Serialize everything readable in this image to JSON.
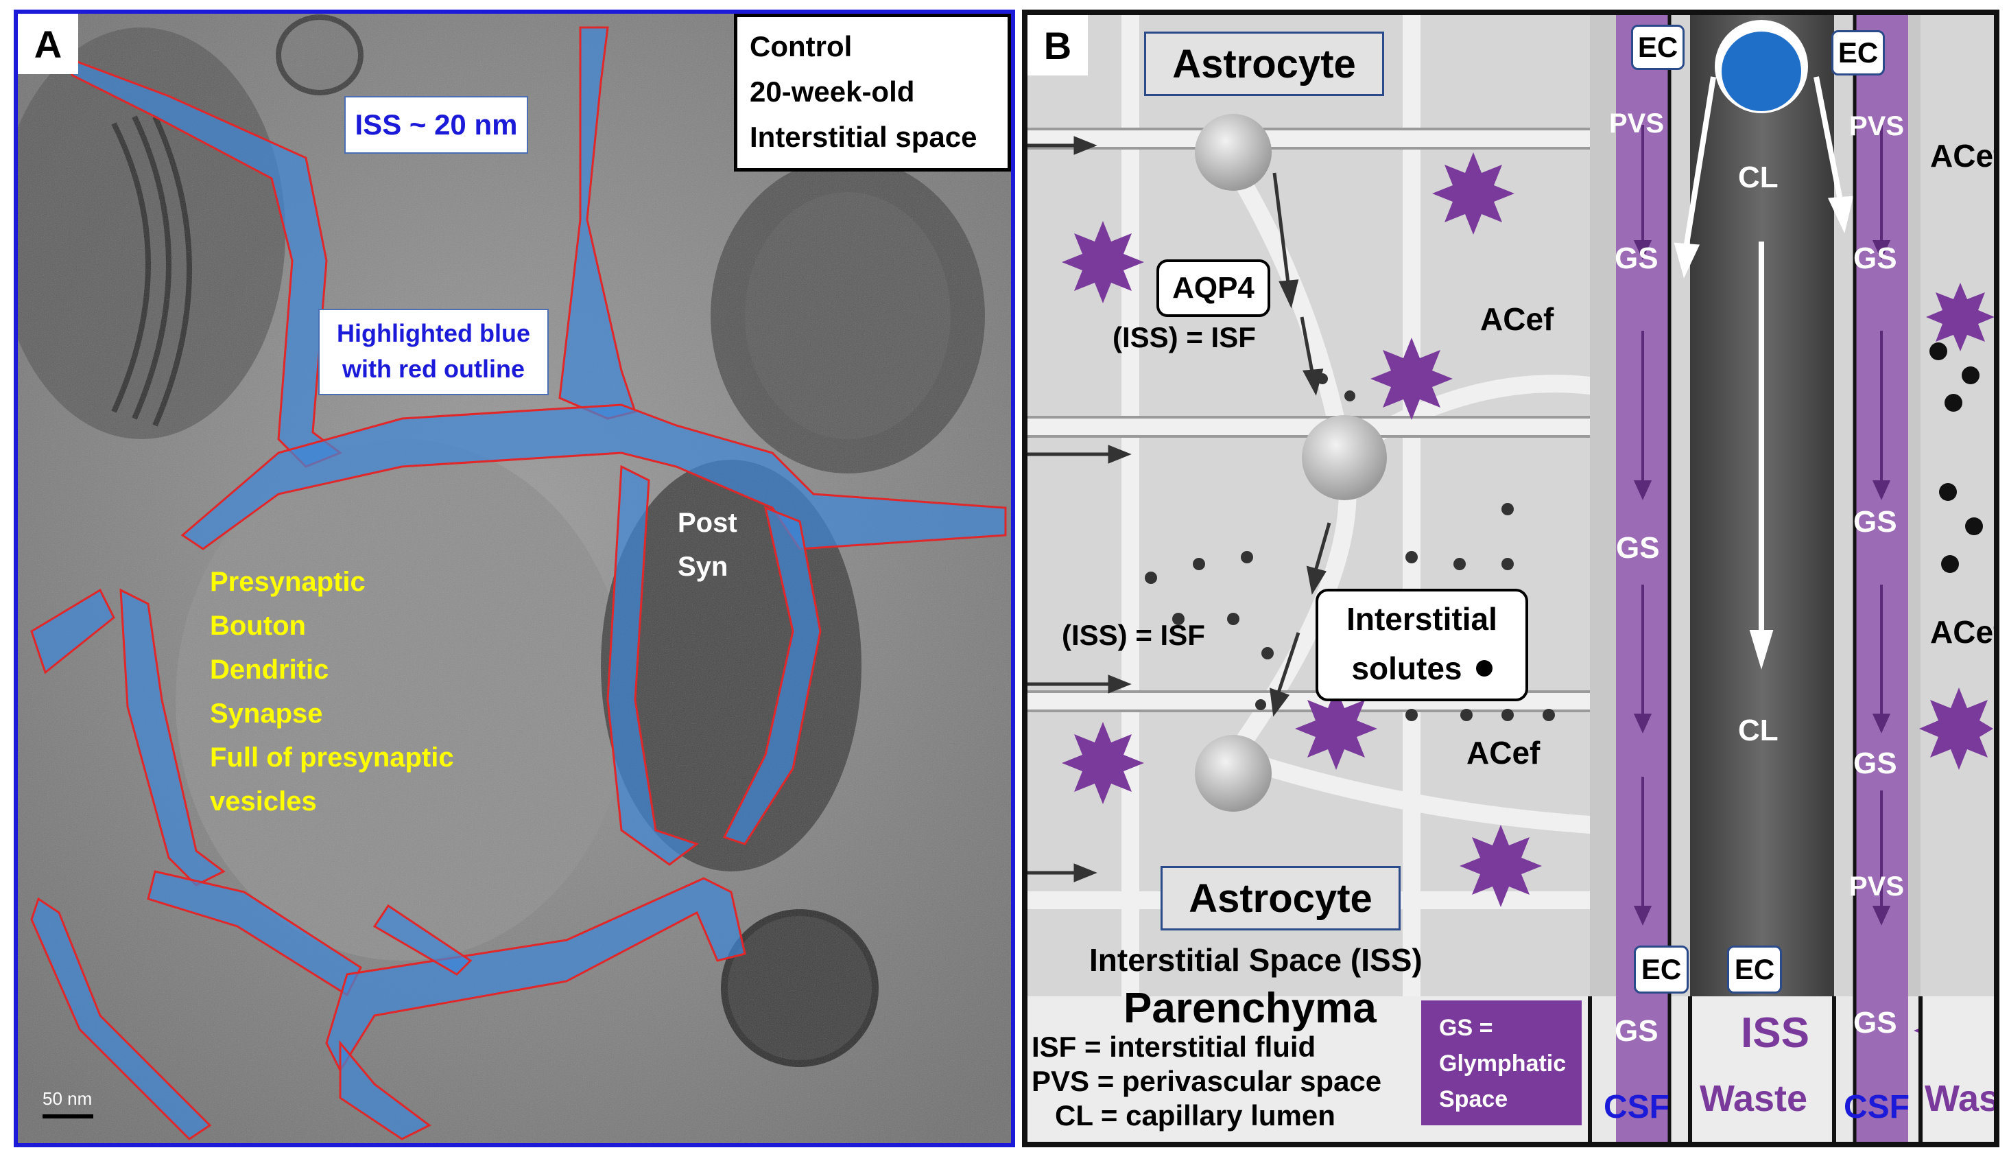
{
  "panelA": {
    "letter": "A",
    "info_lines": [
      "Control",
      "20-week-old",
      "Interstitial space"
    ],
    "iss_label": "ISS ~ 20 nm",
    "highlight_lines": [
      "Highlighted blue",
      "with red outline"
    ],
    "post_lines": [
      "Post",
      "Syn"
    ],
    "presyn_lines": [
      "Presynaptic",
      "Bouton",
      "Dendritic",
      "Synapse",
      "Full of presynaptic",
      "vesicles"
    ],
    "scale": "50 nm",
    "colors": {
      "iss_fill": "#3f86d8",
      "outline": "#e0282a",
      "yellow_text": "#ffff00",
      "frame": "#1a1ad8"
    }
  },
  "panelB": {
    "letter": "B",
    "astrocyte_top": "Astrocyte",
    "astrocyte_bottom": "Astrocyte",
    "aqp4": "AQP4",
    "iss_isf_1": "(ISS) = ISF",
    "iss_isf_2": "(ISS) = ISF",
    "interstitial_solutes": [
      "Interstitial",
      "solutes"
    ],
    "acef_1": "ACef",
    "acef_2": "ACef",
    "acef_3": "ACef",
    "acef_4": "ACef",
    "ec_top_left": "EC",
    "ec_top_right": "EC",
    "ec_bottom_left": "EC",
    "ec_bottom_right": "EC",
    "pvs_left": "PVS",
    "pvs_right_top": "PVS",
    "pvs_right_bottom": "PVS",
    "cl_top": "CL",
    "cl_mid": "CL",
    "gs_labels": {
      "left_1": "GS",
      "left_2": "GS",
      "left_3": "GS",
      "right_1": "GS",
      "right_2": "GS",
      "right_3": "GS",
      "right_4": "GS"
    },
    "iss_title": "Interstitial Space (ISS)",
    "parenchyma": "Parenchyma",
    "legend": [
      "ISF = interstitial fluid",
      "PVS = perivascular space",
      "CL = capillary lumen"
    ],
    "gs_box": [
      "GS =",
      "Glymphatic",
      "Space"
    ],
    "bottom_iss": "ISS",
    "csf_left": "CSF",
    "csf_right": "CSF",
    "waste_mid": "Waste",
    "waste_right": "Waste",
    "colors": {
      "purple": "#7a3a9c",
      "pvs": "#9b6bb5",
      "channel": "#555555",
      "dot_blue": "#1f6fc8",
      "csf_blue": "#1a1ad8"
    }
  }
}
